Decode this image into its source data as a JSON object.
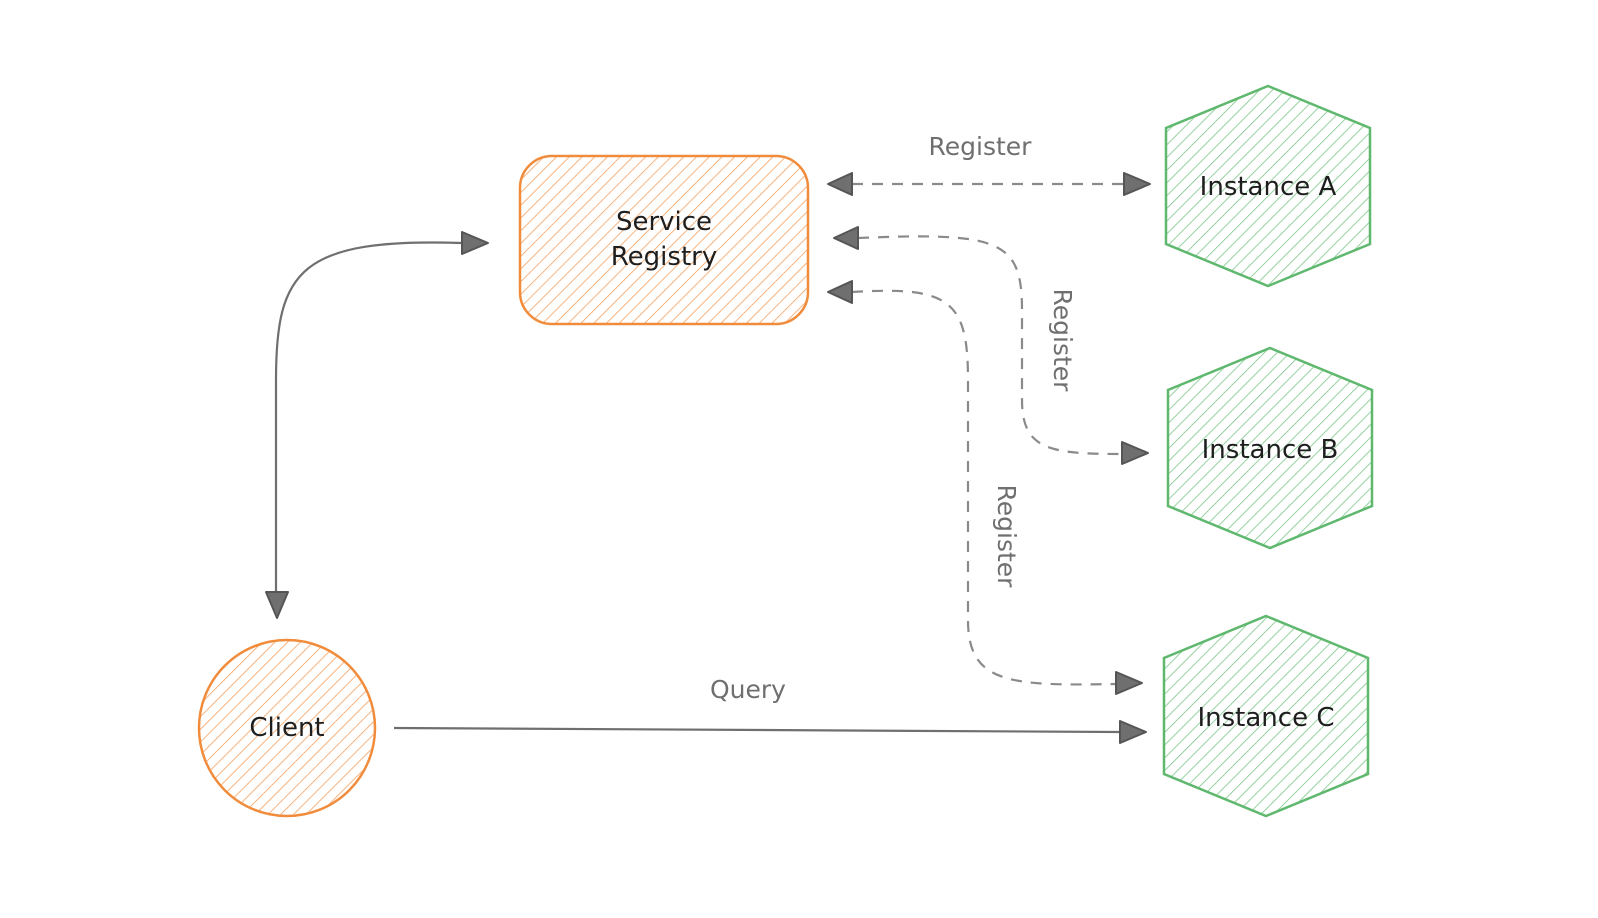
{
  "colors": {
    "orange_stroke": "#f08c3c",
    "orange_fill": "#f5a160",
    "green_stroke": "#5fb86e",
    "green_fill": "#7cc68a",
    "edge": "#6f6f6f",
    "edge_label": "#6f6f6f",
    "text": "#1e1e1e"
  },
  "nodes": {
    "registry": {
      "line1": "Service",
      "line2": "Registry",
      "shape": "rounded-rectangle"
    },
    "client": {
      "label": "Client",
      "shape": "circle"
    },
    "instance_a": {
      "label": "Instance A",
      "shape": "hexagon"
    },
    "instance_b": {
      "label": "Instance B",
      "shape": "hexagon"
    },
    "instance_c": {
      "label": "Instance C",
      "shape": "hexagon"
    }
  },
  "edges": {
    "register_a": {
      "label": "Register",
      "style": "dashed",
      "from": "Service Registry",
      "to": "Instance A"
    },
    "register_b": {
      "label": "Register",
      "style": "dashed",
      "from": "Service Registry",
      "to": "Instance B"
    },
    "register_c": {
      "label": "Register",
      "style": "dashed",
      "from": "Service Registry",
      "to": "Instance C"
    },
    "query": {
      "label": "Query",
      "style": "solid",
      "from": "Client",
      "to": "Instance C"
    },
    "client_registry": {
      "label": "",
      "style": "solid",
      "from": "Service Registry",
      "to": "Client"
    }
  }
}
